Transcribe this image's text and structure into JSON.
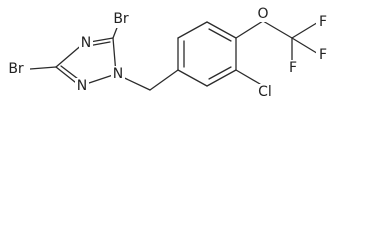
{
  "molecule": {
    "atoms": {
      "br_top": "Br",
      "br_left": "Br",
      "n_top": "N",
      "n_mid": "N",
      "n_low": "N",
      "o": "O",
      "f_top": "F",
      "f_right": "F",
      "f_bottom": "F",
      "cl": "Cl"
    }
  }
}
